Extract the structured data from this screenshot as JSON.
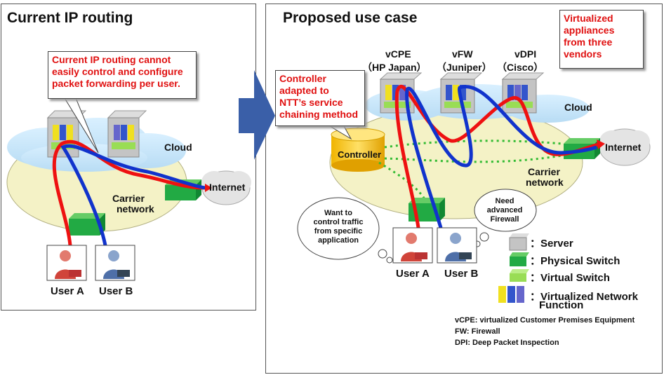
{
  "left_panel": {
    "title": "Current IP routing",
    "callout": [
      "Current IP routing cannot",
      "easily control and configure",
      "packet forwarding per user."
    ],
    "cloud_label": "Cloud",
    "carrier_label": [
      "Carrier",
      "network"
    ],
    "internet_label": "Internet",
    "user_a": "User A",
    "user_b": "User B"
  },
  "right_panel": {
    "title": "Proposed use case",
    "controller_callout": [
      "Controller",
      "adapted to",
      "NTT’s service",
      "chaining method"
    ],
    "vendors_callout": [
      "Virtualized",
      "appliances",
      "from  three",
      "vendors"
    ],
    "vcpe": [
      "vCPE",
      "（HP Japan）"
    ],
    "vfw": [
      "vFW",
      "（Juniper）"
    ],
    "vdpi": [
      "vDPI",
      "（Cisco）"
    ],
    "cloud_label": "Cloud",
    "controller_label": "Controller",
    "carrier_label": [
      "Carrier",
      "network"
    ],
    "internet_label": "Internet",
    "thought_a": [
      "Want to",
      "control traffic",
      "from specific",
      "application"
    ],
    "thought_b": [
      "Need",
      "advanced",
      "Firewall"
    ],
    "user_a": "User A",
    "user_b": "User B",
    "legend": [
      "：Server",
      "：Physical Switch",
      "：Virtual Switch",
      "：Virtualized Network",
      "Function"
    ],
    "notes": [
      "vCPE: virtualized  Customer Premises  Equipment",
      "FW: Firewall",
      "DPI: Deep Packet Inspection"
    ]
  },
  "colors": {
    "red_path": "#ee1111",
    "blue_path": "#1133cc",
    "switch_green": "#22aa44",
    "vswitch_green": "#99dd55",
    "server_gray": "#b8b8b8",
    "arrow_blue": "#3a5fa8",
    "controller_yellow": "#f5c400"
  }
}
